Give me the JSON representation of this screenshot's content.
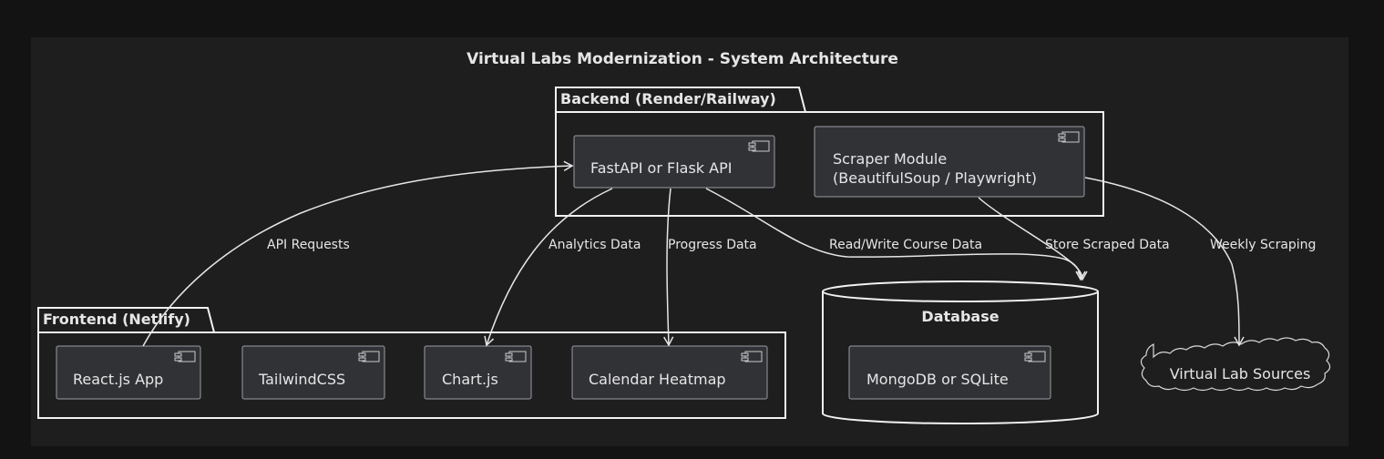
{
  "diagram": {
    "title": "Virtual Labs Modernization - System Architecture",
    "packages": {
      "backend": "Backend (Render/Railway)",
      "frontend": "Frontend (Netlify)"
    },
    "components": {
      "api": "FastAPI or Flask API",
      "scraper_line1": "Scraper Module",
      "scraper_line2": "(BeautifulSoup / Playwright)",
      "react": "React.js App",
      "tailwind": "TailwindCSS",
      "chartjs": "Chart.js",
      "heatmap": "Calendar Heatmap",
      "mongodb": "MongoDB or SQLite"
    },
    "database": {
      "label": "Database"
    },
    "cloud": {
      "label": "Virtual Lab Sources"
    },
    "edges": {
      "api_requests": "API Requests",
      "analytics": "Analytics Data",
      "progress": "Progress Data",
      "readwrite": "Read/Write Course Data",
      "store_scraped": "Store Scraped Data",
      "weekly": "Weekly Scraping"
    },
    "colors": {
      "page_bg": "#131313",
      "diagram_bg": "#1e1e1e",
      "component_fill": "#313236",
      "line": "#e6e6e6"
    }
  }
}
